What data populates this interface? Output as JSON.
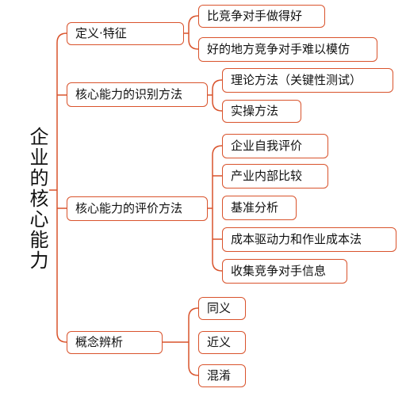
{
  "root": "企业的核心能力",
  "branches": [
    {
      "label": "定义·特征",
      "children": [
        "比竞争对手做得好",
        "好的地方竞争对手难以模仿"
      ]
    },
    {
      "label": "核心能力的识别方法",
      "children": [
        "理论方法（关键性测试）",
        "实操方法"
      ]
    },
    {
      "label": "核心能力的评价方法",
      "children": [
        "企业自我评价",
        "产业内部比较",
        "基准分析",
        "成本驱动力和作业成本法",
        "收集竞争对手信息"
      ]
    },
    {
      "label": "概念辨析",
      "children": [
        "同义",
        "近义",
        "混淆"
      ]
    }
  ],
  "colors": {
    "border": "#d9532c",
    "line": "#d9532c"
  }
}
